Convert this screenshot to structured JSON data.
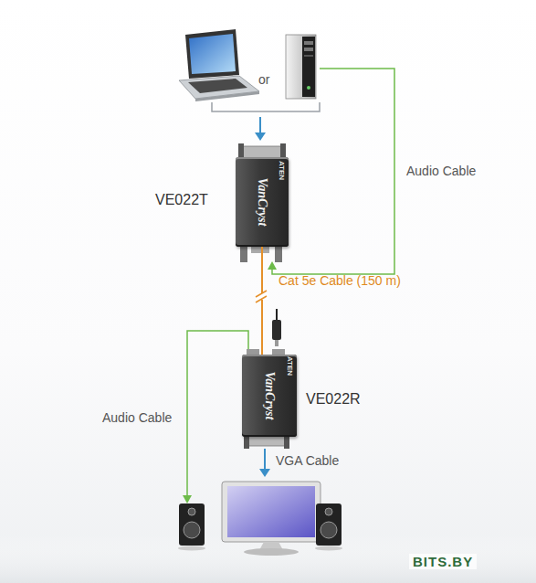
{
  "diagram": {
    "nodes": [
      {
        "text": [
          "VE022T",
          "VanCryst",
          "ATEN"
        ]
      },
      {
        "text": [
          "VE022R",
          "VanCryst",
          "ATEN"
        ]
      }
    ],
    "edges": [
      {
        "from": 0,
        "to": 1,
        "label": "Cat 5e Cable (150 m)",
        "arrow": "none"
      }
    ],
    "labels": [
      "or",
      "Audio Cable",
      "Audio Cable",
      "VGA Cable",
      "BITS.BY"
    ]
  }
}
